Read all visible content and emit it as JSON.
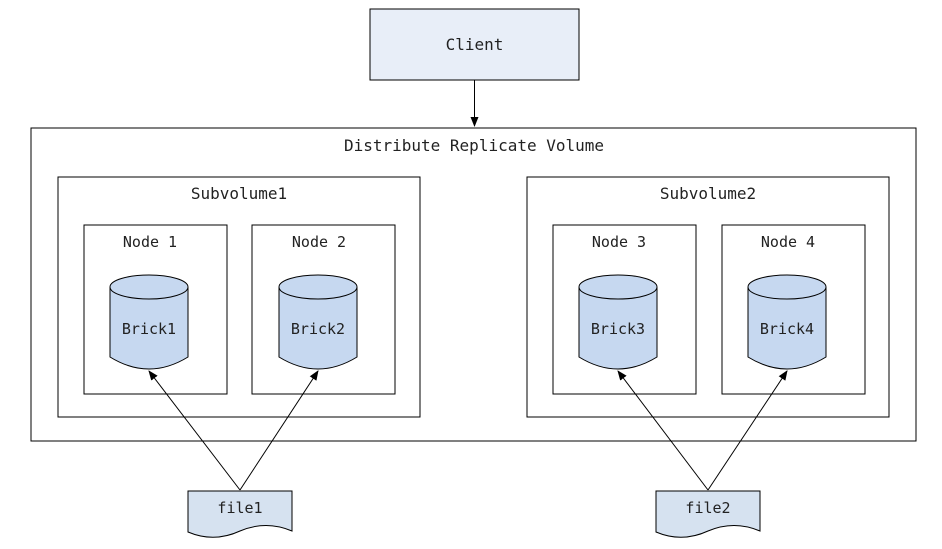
{
  "diagram": {
    "client": {
      "label": "Client"
    },
    "volume": {
      "label": "Distribute Replicate Volume",
      "subvolumes": [
        {
          "label": "Subvolume1",
          "nodes": [
            {
              "label": "Node 1",
              "brick": "Brick1"
            },
            {
              "label": "Node 2",
              "brick": "Brick2"
            }
          ]
        },
        {
          "label": "Subvolume2",
          "nodes": [
            {
              "label": "Node 3",
              "brick": "Brick3"
            },
            {
              "label": "Node 4",
              "brick": "Brick4"
            }
          ]
        }
      ]
    },
    "files": [
      {
        "label": "file1",
        "targets": [
          "Brick1",
          "Brick2"
        ]
      },
      {
        "label": "file2",
        "targets": [
          "Brick3",
          "Brick4"
        ]
      }
    ],
    "colors": {
      "client_fill": "#e8eef8",
      "brick_fill": "#c6d8f0",
      "file_fill": "#d6e2f0",
      "stroke": "#000000"
    }
  }
}
